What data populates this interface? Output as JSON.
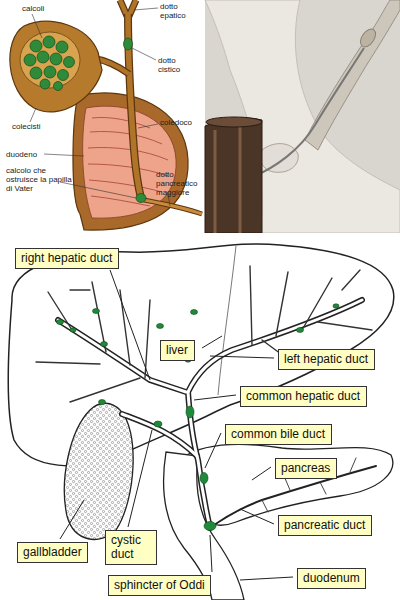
{
  "diagram": {
    "nodes": [
      {
        "text": [
          "right hepatic duct"
        ]
      },
      {
        "text": [
          "liver"
        ]
      },
      {
        "text": [
          "left hepatic duct"
        ]
      },
      {
        "text": [
          "common hepatic duct"
        ]
      },
      {
        "text": [
          "common bile duct"
        ]
      },
      {
        "text": [
          "pancreas"
        ]
      },
      {
        "text": [
          "pancreatic duct"
        ]
      },
      {
        "text": [
          "cystic duct"
        ]
      },
      {
        "text": [
          "gallbladder"
        ]
      },
      {
        "text": [
          "duodenum"
        ]
      },
      {
        "text": [
          "sphincter of Oddi"
        ]
      }
    ],
    "labels": [
      "calcoli",
      "dotto epatico",
      "dotto cistico",
      "colecisti",
      "coledoco",
      "duodeno",
      "calcolo che ostruisce la papilla di Vater",
      "dotto pancreatico maggiore"
    ]
  }
}
